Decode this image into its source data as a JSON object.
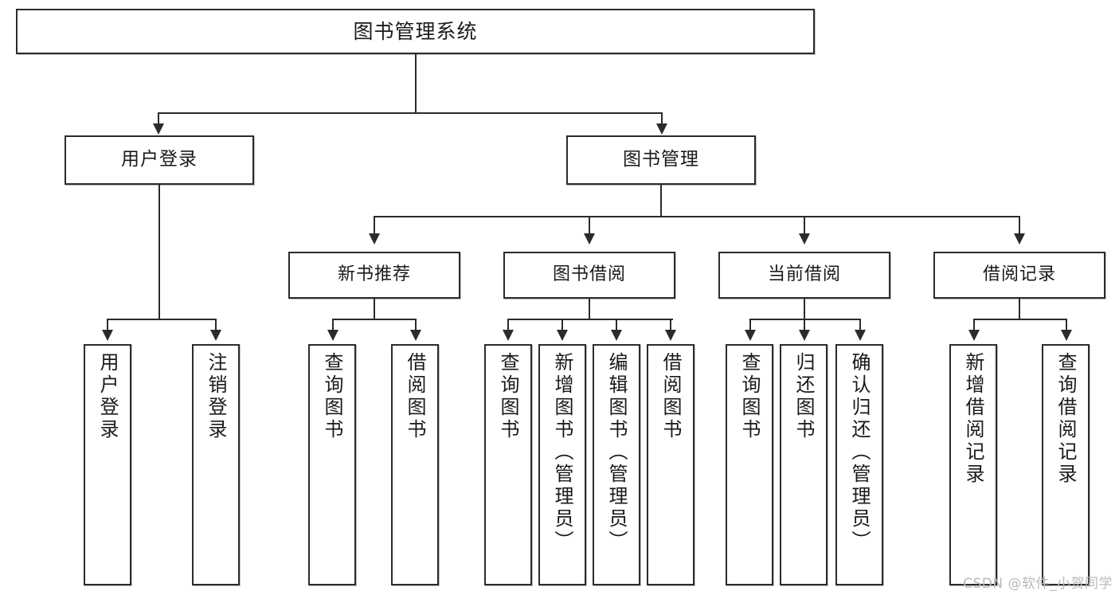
{
  "diagram": {
    "type": "tree-hierarchy-chart",
    "title": "图书管理系统",
    "root": {
      "id": "root",
      "label": "图书管理系统"
    },
    "level2": [
      {
        "id": "user-login",
        "label": "用户登录"
      },
      {
        "id": "book-manage",
        "label": "图书管理"
      }
    ],
    "level3": [
      {
        "id": "new-book-recommend",
        "label": "新书推荐",
        "parent": "book-manage"
      },
      {
        "id": "book-borrow",
        "label": "图书借阅",
        "parent": "book-manage"
      },
      {
        "id": "current-borrow",
        "label": "当前借阅",
        "parent": "book-manage"
      },
      {
        "id": "borrow-record",
        "label": "借阅记录",
        "parent": "book-manage"
      }
    ],
    "leaves": {
      "user_login": [
        {
          "id": "leaf-user-login",
          "label": "用户登录"
        },
        {
          "id": "leaf-logout-login",
          "label": "注销登录"
        }
      ],
      "new_book_recommend": [
        {
          "id": "leaf-query-book-1",
          "label": "查询图书"
        },
        {
          "id": "leaf-borrow-book-1",
          "label": "借阅图书"
        }
      ],
      "book_borrow": [
        {
          "id": "leaf-query-book-2",
          "label": "查询图书"
        },
        {
          "id": "leaf-add-book-admin",
          "label": "新增图书（管理员）"
        },
        {
          "id": "leaf-edit-book-admin",
          "label": "编辑图书（管理员）"
        },
        {
          "id": "leaf-borrow-book-2",
          "label": "借阅图书"
        }
      ],
      "current_borrow": [
        {
          "id": "leaf-query-book-3",
          "label": "查询图书"
        },
        {
          "id": "leaf-return-book",
          "label": "归还图书"
        },
        {
          "id": "leaf-confirm-return-admin",
          "label": "确认归还（管理员）"
        }
      ],
      "borrow_record": [
        {
          "id": "leaf-add-borrow-record",
          "label": "新增借阅记录"
        },
        {
          "id": "leaf-query-borrow-record",
          "label": "查询借阅记录"
        }
      ]
    }
  },
  "watermark": {
    "text": "CSDN @软件_小贺同学"
  },
  "colors": {
    "stroke": "#2b2b2b",
    "box_fill": "#ffffff",
    "text": "#1a1a1a",
    "watermark": "#b9b9b9",
    "background": "#ffffff"
  }
}
